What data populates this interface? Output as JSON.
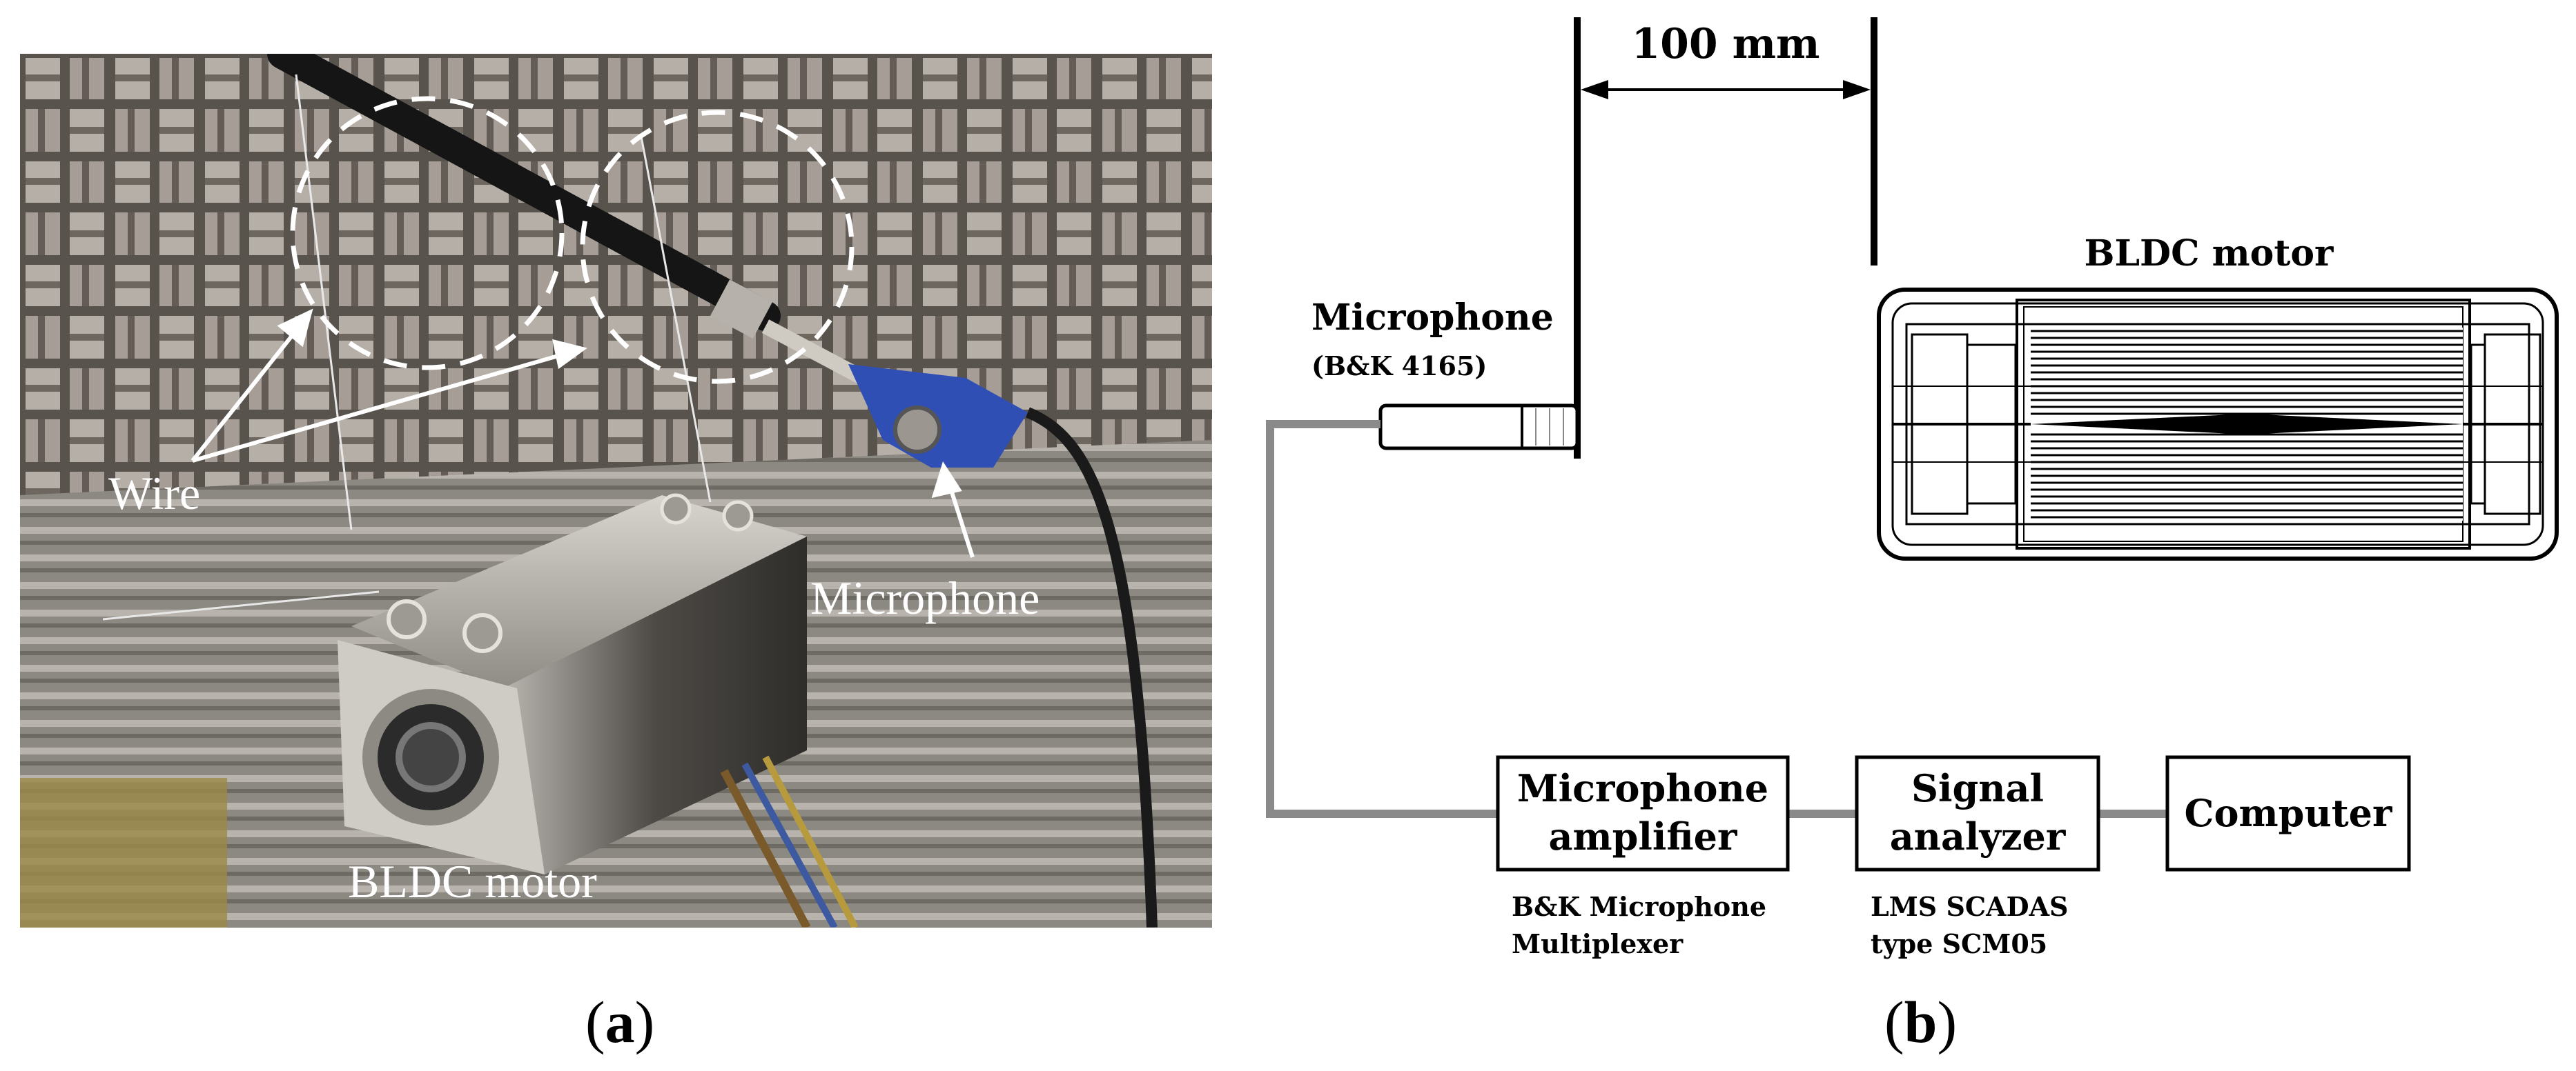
{
  "panel_a": {
    "label_open": "(",
    "label_letter": "a",
    "label_close": ")",
    "annotations": {
      "wire": "Wire",
      "microphone": "Microphone",
      "bldc_motor": "BLDC motor"
    }
  },
  "panel_b": {
    "label_open": "(",
    "label_letter": "b",
    "label_close": ")",
    "distance": "100 mm",
    "microphone_title": "Microphone",
    "microphone_model": "(B&K 4165)",
    "motor_title": "BLDC motor",
    "blocks": [
      {
        "line1": "Microphone",
        "line2": "amplifier",
        "sub1": "B&K Microphone",
        "sub2": "Multiplexer"
      },
      {
        "line1": "Signal",
        "line2": "analyzer",
        "sub1": "LMS SCADAS",
        "sub2": "type SCM05"
      },
      {
        "line1": "Computer",
        "line2": "",
        "sub1": "",
        "sub2": ""
      }
    ]
  },
  "colors": {
    "cable": "#8a8a8a",
    "wall_foam": "#cfc9c0",
    "mic_holder": "#2f4fb5",
    "annotation": "#ffffff"
  }
}
